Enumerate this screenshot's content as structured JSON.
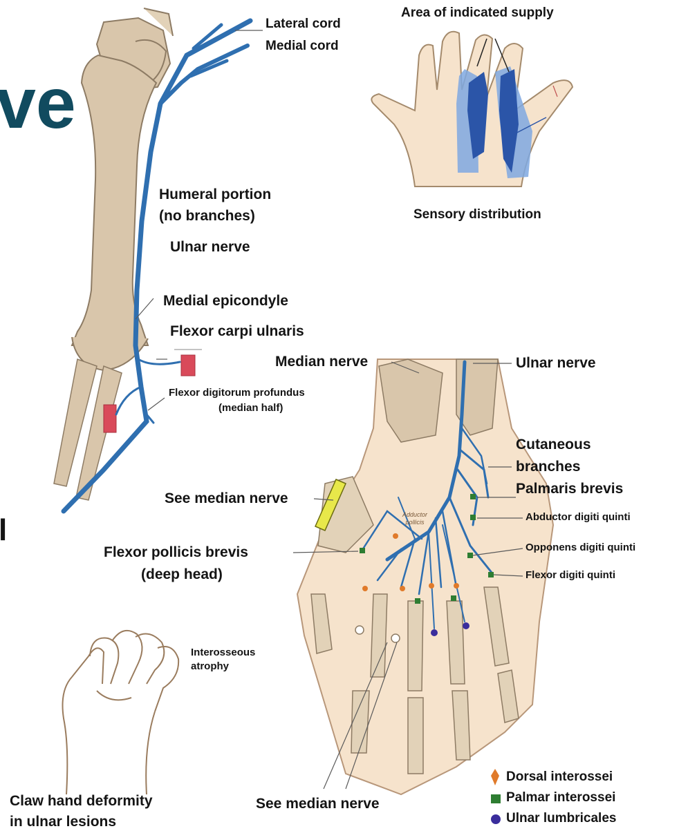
{
  "title_fragment": "ve",
  "stray_marks": [
    "l"
  ],
  "labels": {
    "lateral_cord": "Lateral cord",
    "medial_cord": "Medial cord",
    "area_supply": "Area of  indicated supply",
    "sensory_distribution": "Sensory  distribution",
    "humeral_portion": "Humeral portion",
    "no_branches": "(no branches)",
    "ulnar_nerve_arm": "Ulnar nerve",
    "medial_epicondyle": "Medial epicondyle",
    "flexor_carpi_ulnaris": "Flexor carpi ulnaris",
    "fdp": "Flexor digitorum profundus",
    "fdp_half": "(median half)",
    "median_nerve_top": "Median nerve",
    "ulnar_nerve_hand": "Ulnar nerve",
    "cutaneous": "Cutaneous",
    "branches": "branches",
    "palmaris_brevis": "Palmaris brevis",
    "abductor_digiti": "Abductor digiti quinti",
    "opponens_digiti": "Opponens digiti quinti",
    "flexor_digiti": "Flexor digiti quinti",
    "see_median_1": "See median nerve",
    "flexor_pollicis": "Flexor pollicis brevis",
    "deep_head": "(deep head)",
    "abductor_pollicis_small": "Adductor pollicis",
    "interosseous": "Interosseous",
    "atrophy": "atrophy",
    "claw_hand": "Claw hand deformity",
    "in_ulnar": "in ulnar lesions",
    "see_median_2": "See median nerve"
  },
  "legend": [
    {
      "label": "Dorsal  interossei",
      "marker": "diamond",
      "color": "#e07a2a"
    },
    {
      "label": "Palmar interossei",
      "marker": "square",
      "color": "#2e7d32"
    },
    {
      "label": "Ulnar lumbricales",
      "marker": "circle",
      "color": "#3a2d9c"
    }
  ],
  "colors": {
    "nerve": "#2f6fb0",
    "bone": "#d9c6ab",
    "bone_edge": "#8d7b64",
    "skin": "#f6e3cc",
    "muscle": "#d94a5a",
    "sensory_light": "#7fa8e0",
    "sensory_dark": "#2b55a8",
    "title": "#114b5f"
  }
}
